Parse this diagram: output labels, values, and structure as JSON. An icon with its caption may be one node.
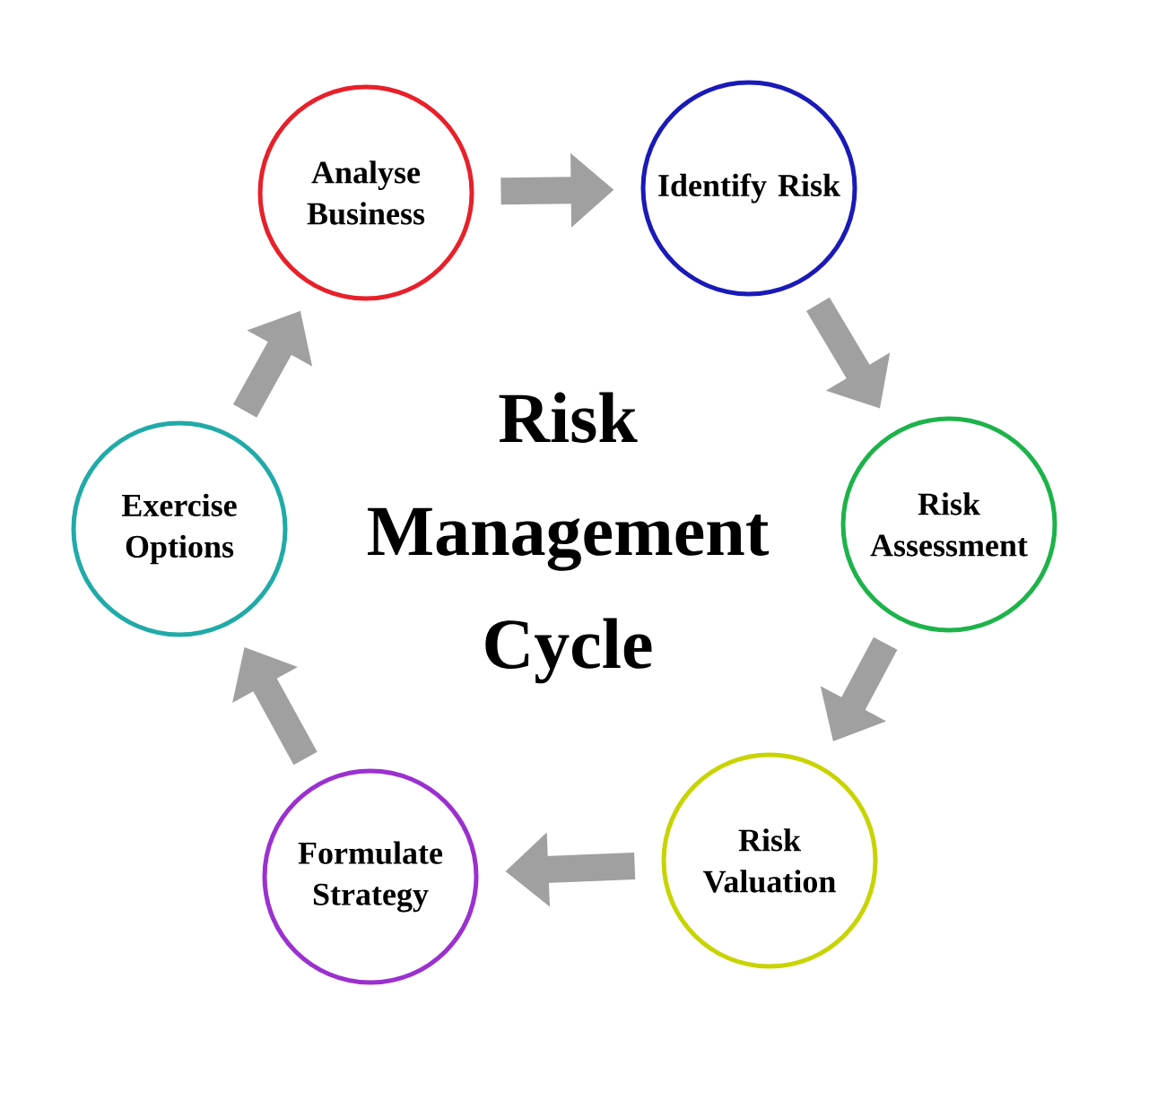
{
  "diagram": {
    "title": "Risk Management Cycle",
    "nodes": [
      {
        "text": [
          "Analyse Business"
        ]
      },
      {
        "text": [
          "Identify Risk"
        ]
      },
      {
        "text": [
          "Risk Assessment"
        ]
      },
      {
        "text": [
          "Risk Valuation"
        ]
      },
      {
        "text": [
          "Formulate Strategy"
        ]
      },
      {
        "text": [
          "Exercise Options"
        ]
      }
    ],
    "edges": [
      {
        "from": 0,
        "to": 1,
        "arrow": "to"
      },
      {
        "from": 1,
        "to": 2,
        "arrow": "to"
      },
      {
        "from": 2,
        "to": 3,
        "arrow": "to"
      },
      {
        "from": 3,
        "to": 4,
        "arrow": "to"
      },
      {
        "from": 4,
        "to": 5,
        "arrow": "to"
      },
      {
        "from": 5,
        "to": 0,
        "arrow": "to"
      }
    ]
  }
}
